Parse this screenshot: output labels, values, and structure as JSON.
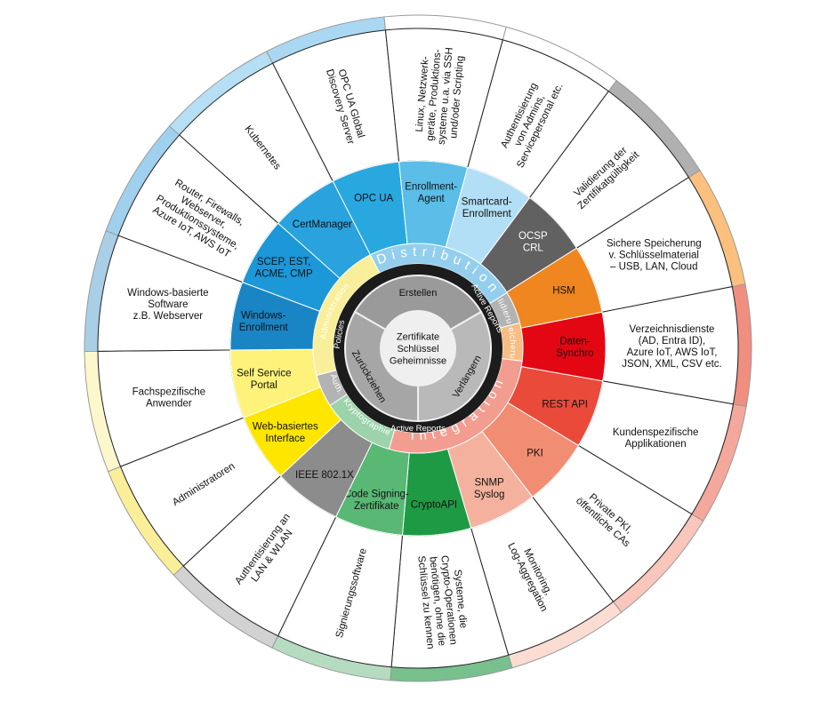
{
  "center": {
    "lines": [
      "Zertifikate",
      "Schlüssel",
      "Geheimnisse"
    ]
  },
  "lifecycle_ring": [
    {
      "id": "erstellen",
      "label": "Erstellen"
    },
    {
      "id": "verlaengern",
      "label": "Verlängern"
    },
    {
      "id": "zurueckziehen",
      "label": "Zurückziehen"
    }
  ],
  "dark_ring_labels": [
    {
      "id": "policies",
      "label": "Policies"
    },
    {
      "id": "active-reports-top",
      "label": "Active Reports"
    },
    {
      "id": "active-reports-bottom",
      "label": "Active Reports"
    }
  ],
  "category_ring": [
    {
      "id": "distribution",
      "label": "Distribution",
      "color": "#6fbfe8"
    },
    {
      "id": "validierung",
      "label": "Validierung",
      "color": "#9a9a9a"
    },
    {
      "id": "speicherung",
      "label": "Speicherung",
      "color": "#f5a85a"
    },
    {
      "id": "integration",
      "label": "Integration",
      "color": "#ef7b6c"
    },
    {
      "id": "kryptographie",
      "label": "Kryptographie",
      "color": "#7bc58f"
    },
    {
      "id": "auth",
      "label": "Auth.",
      "color": "#9a9a9a"
    },
    {
      "id": "administration",
      "label": "Administration",
      "color": "#f7ea7a"
    }
  ],
  "segments": [
    {
      "label": [
        "OPC UA"
      ],
      "color": "#29a8e0",
      "text": "#111111",
      "outer": [
        "OPC UA Global",
        "Discovery Server"
      ],
      "rim": "#aad8f2"
    },
    {
      "label": [
        "Enrollment-",
        "Agent"
      ],
      "color": "#5bbde8",
      "text": "#111111",
      "outer": [
        "Linux, Netzwerk-",
        "geräte, Produktions-",
        "systeme u.a. via SSH",
        "und/oder Scripting"
      ],
      "rim": "#ffffff"
    },
    {
      "label": [
        "Smartcard-",
        "Enrollment"
      ],
      "color": "#b2dff5",
      "text": "#111111",
      "outer": [
        "Authentisierung",
        "von Admins,",
        "Servicepersonal etc."
      ],
      "rim": "#ffffff"
    },
    {
      "label": [
        "OCSP",
        "CRL"
      ],
      "color": "#616161",
      "text": "#ffffff",
      "outer": [
        "Validierung der",
        "Zertifikatgültigkeit"
      ],
      "rim": "#b0b0b0"
    },
    {
      "label": [
        "HSM"
      ],
      "color": "#ef8620",
      "text": "#111111",
      "outer": [
        "Sichere Speicherung",
        "v. Schlüsselmaterial",
        "– USB, LAN, Cloud"
      ],
      "rim": "#fbc07e"
    },
    {
      "label": [
        "Daten-",
        "Synchro"
      ],
      "color": "#e30613",
      "text": "#111111",
      "outer": [
        "Verzeichnisdienste",
        "(AD, Entra ID),",
        "Azure IoT, AWS IoT,",
        "JSON, XML, CSV etc."
      ],
      "rim": "#f08e80"
    },
    {
      "label": [
        "REST API"
      ],
      "color": "#ea4a3a",
      "text": "#111111",
      "outer": [
        "Kundenspezifische",
        "Applikationen"
      ],
      "rim": "#f4a79b"
    },
    {
      "label": [
        "PKI"
      ],
      "color": "#f08d72",
      "text": "#111111",
      "outer": [
        "Private PKI,",
        "öffentliche CAs"
      ],
      "rim": "#f8c6bb"
    },
    {
      "label": [
        "SNMP",
        "Syslog"
      ],
      "color": "#f4b29e",
      "text": "#111111",
      "outer": [
        "Monitoring,",
        "Log-Aggregation"
      ],
      "rim": "#fbdcd3"
    },
    {
      "label": [
        "CryptoAPI"
      ],
      "color": "#1e9a44",
      "text": "#111111",
      "outer": [
        "Systeme, die",
        "Crypto-Operationen",
        "benötigen, ohne die",
        "Schlüssel zu kennen"
      ],
      "rim": "#78c08e"
    },
    {
      "label": [
        "Code Signing-",
        "Zertifikate"
      ],
      "color": "#58b874",
      "text": "#111111",
      "outer": [
        "Signierungssoftware"
      ],
      "rim": "#b5dcc0"
    },
    {
      "label": [
        "IEEE 802.1X"
      ],
      "color": "#8c8c8c",
      "text": "#111111",
      "outer": [
        "Authentisierung an",
        "LAN & WLAN"
      ],
      "rim": "#d2d2d2"
    },
    {
      "label": [
        "Web-basiertes",
        "Interface"
      ],
      "color": "#ffe600",
      "text": "#111111",
      "outer": [
        "Administratoren"
      ],
      "rim": "#faef98"
    },
    {
      "label": [
        "Self Service",
        "Portal"
      ],
      "color": "#fff27a",
      "text": "#111111",
      "outer": [
        "Fachspezifische",
        "Anwender"
      ],
      "rim": "#fdf8cc"
    },
    {
      "label": [
        "Windows-",
        "Enrollment"
      ],
      "color": "#1a85c4",
      "text": "#111111",
      "outer": [
        "Windows-basierte",
        "Software",
        "z.B. Webserver"
      ],
      "rim": "#a9cfe6"
    },
    {
      "label": [
        "SCEP, EST,",
        "ACME, CMP"
      ],
      "color": "#1c97d7",
      "text": "#111111",
      "outer": [
        "Router, Firewalls,",
        "Webserver,",
        "Produktionssysteme,",
        "Azure IoT, AWS IoT"
      ],
      "rim": "#9fd0ee"
    },
    {
      "label": [
        "CertManager"
      ],
      "color": "#2aa2de",
      "text": "#111111",
      "outer": [
        "Kubernetes"
      ],
      "rim": "#b6dff5"
    }
  ]
}
